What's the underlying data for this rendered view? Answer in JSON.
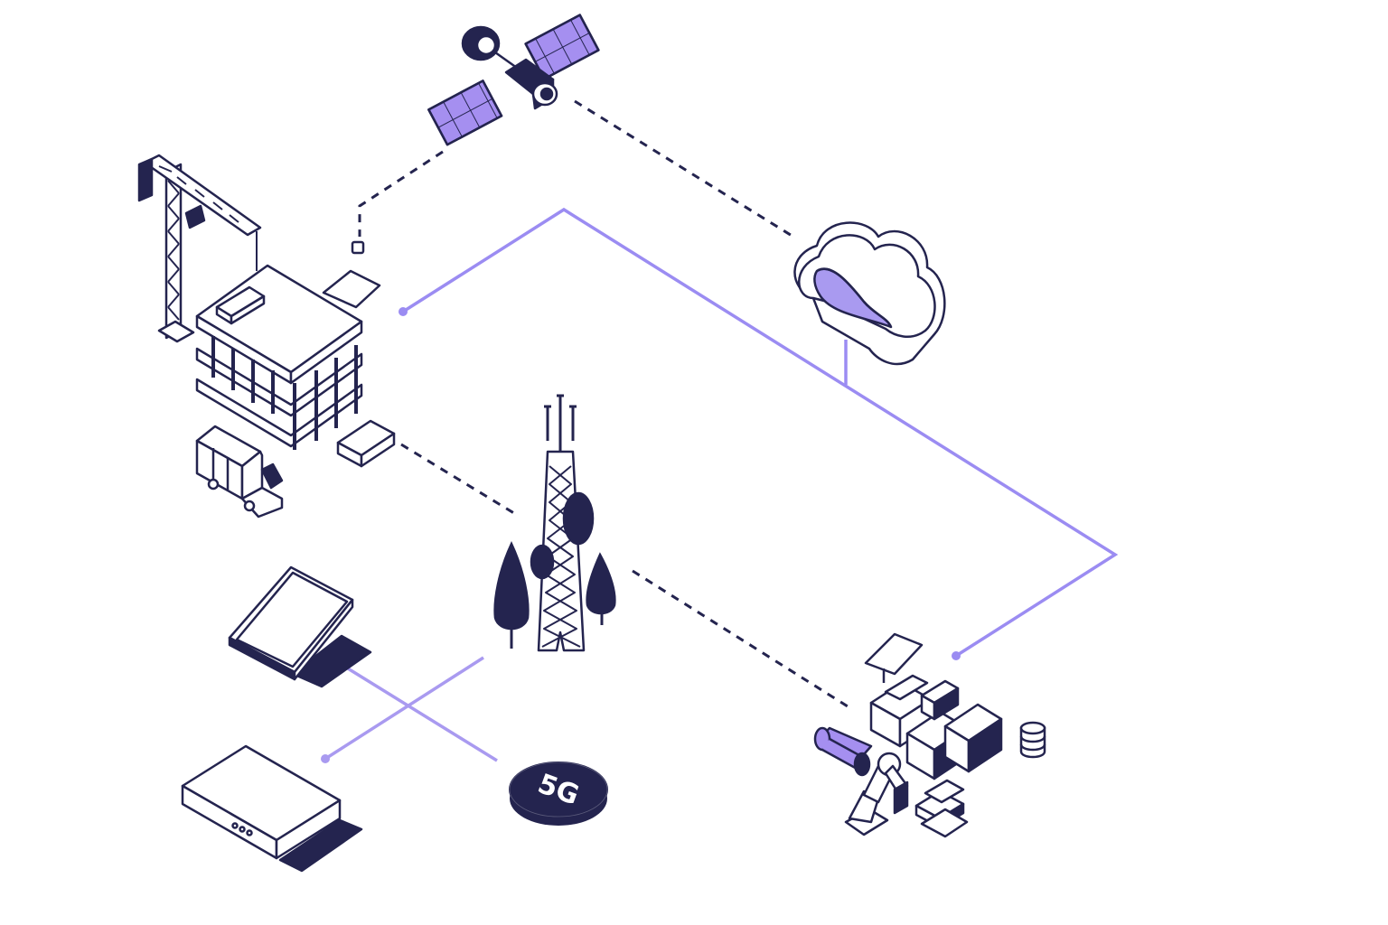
{
  "diagram": {
    "badge": {
      "label": "5G"
    },
    "nodes": [
      {
        "id": "satellite",
        "icon": "satellite-icon"
      },
      {
        "id": "cloud",
        "icon": "cloud-icon"
      },
      {
        "id": "construction-site",
        "icon": "construction-building-icon"
      },
      {
        "id": "delivery-truck",
        "icon": "truck-icon"
      },
      {
        "id": "cell-tower",
        "icon": "cell-tower-icon"
      },
      {
        "id": "tablet",
        "icon": "tablet-icon"
      },
      {
        "id": "router",
        "icon": "router-icon"
      },
      {
        "id": "factory",
        "icon": "factory-icon"
      },
      {
        "id": "robot-arm",
        "icon": "robot-arm-icon"
      },
      {
        "id": "database",
        "icon": "database-icon"
      }
    ],
    "links": [
      {
        "from": "satellite",
        "to": "construction-site",
        "style": "dashed"
      },
      {
        "from": "satellite",
        "to": "cloud",
        "style": "dashed"
      },
      {
        "from": "construction-site",
        "to": "cell-tower",
        "style": "dashed"
      },
      {
        "from": "cell-tower",
        "to": "factory",
        "style": "dashed"
      },
      {
        "from": "construction-site",
        "to": "factory",
        "style": "solid"
      },
      {
        "from": "cloud",
        "to": "factory",
        "style": "solid"
      },
      {
        "from": "tablet",
        "to": "5G",
        "style": "solid"
      },
      {
        "from": "cell-tower",
        "to": "router",
        "style": "solid"
      }
    ]
  },
  "colors": {
    "ink": "#24244f",
    "accent": "#9b8cf2",
    "accent_light": "#a99af0",
    "panel": "#a58ff0",
    "background": "#ffffff"
  }
}
